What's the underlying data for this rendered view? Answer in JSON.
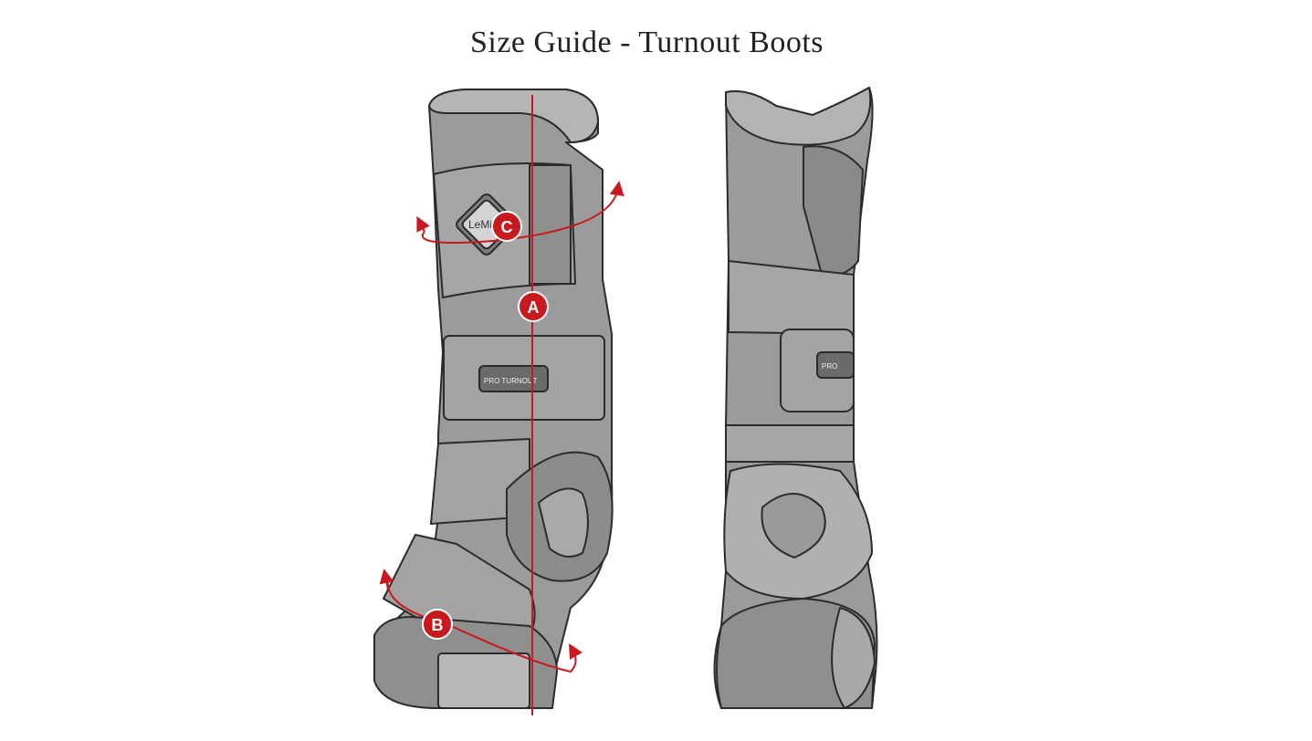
{
  "page": {
    "title": "Size Guide - Turnout Boots"
  },
  "measurements": {
    "a": "A",
    "b": "B",
    "c": "C"
  },
  "boot": {
    "logo": "LeMi",
    "strap_badge": "PRO TURNOUT",
    "rear_badge": "PRO"
  },
  "colors": {
    "boot_fill": "#9b9b9b",
    "boot_light": "#b5b5b5",
    "boot_dark": "#7d7d7d",
    "outline": "#2b2b2b",
    "marker": "#c8191e"
  }
}
